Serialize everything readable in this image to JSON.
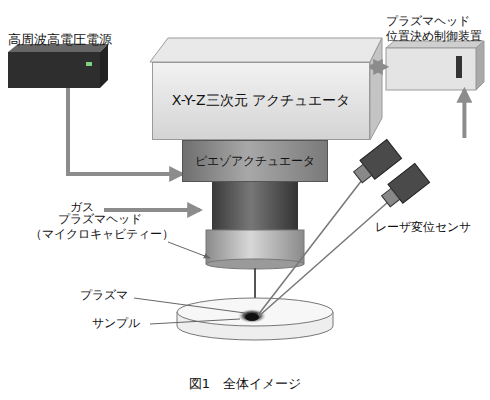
{
  "diagram": {
    "caption": "図1　全体イメージ",
    "nodes": [
      {
        "text": [
          "高周波高電圧電源"
        ]
      },
      {
        "text": [
          "X-Y-Z三次元 アクチュエータ"
        ]
      },
      {
        "text": [
          "プラズマヘッド 位置決め制御装置"
        ]
      },
      {
        "text": [
          "ピエゾアクチュエータ"
        ]
      },
      {
        "text": [
          "レーザ変位センサ"
        ]
      }
    ],
    "edges": [
      {
        "from": 0,
        "to": 3,
        "arrow": "to"
      },
      {
        "from": 1,
        "to": 2,
        "arrow": "both"
      },
      {
        "from": 4,
        "to": 2,
        "arrow": "to"
      }
    ],
    "labels": [
      "ガス",
      "プラズマヘッド （マイクロキャビティー）",
      "プラズマ",
      "サンプル"
    ]
  }
}
